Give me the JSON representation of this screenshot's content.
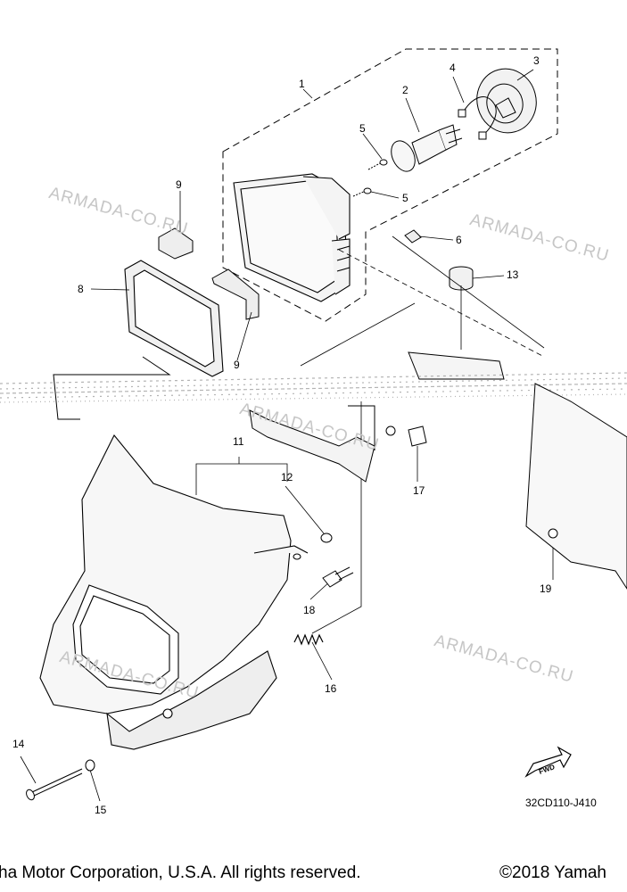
{
  "callouts": {
    "c1": "1",
    "c2": "2",
    "c3": "3",
    "c4": "4",
    "c5a": "5",
    "c5b": "5",
    "c6": "6",
    "c8": "8",
    "c9a": "9",
    "c9b": "9",
    "c11": "11",
    "c12": "12",
    "c13": "13",
    "c14": "14",
    "c15": "15",
    "c16": "16",
    "c17": "17",
    "c18": "18",
    "c19": "19"
  },
  "watermark": "ARMADA-CO.RU",
  "diagram_code": "32CD110-J410",
  "fwd_label": "FWD",
  "footer": {
    "left": "ha Motor Corporation, U.S.A. All rights reserved.",
    "right": "©2018 Yamah"
  },
  "colors": {
    "line": "#000000",
    "watermark": "#c6c6c6",
    "part_fill": "#f2f2f2"
  },
  "icons": [
    "fwd-arrow-icon"
  ]
}
